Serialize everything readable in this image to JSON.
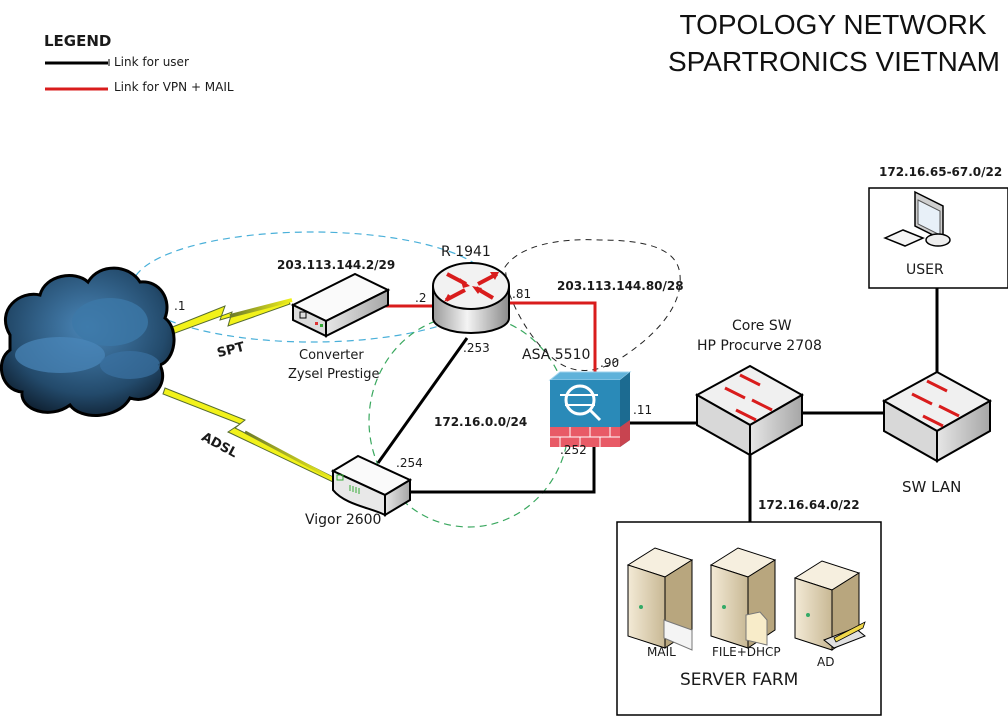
{
  "title": {
    "line1": "TOPOLOGY NETWORK",
    "line2": "SPARTRONICS VIETNAM"
  },
  "legend": {
    "heading": "LEGEND",
    "items": [
      {
        "label": "Link for user",
        "color": "#000000"
      },
      {
        "label": "Link for VPN + MAIL",
        "color": "#d91c1c"
      }
    ]
  },
  "colors": {
    "user_link": "#000000",
    "vpn_link": "#d91c1c",
    "wan_dash": "#4ab0d9",
    "lan_dash": "#3aa85f",
    "dmz_dash": "#222222",
    "cloud": "#2c5a7e",
    "asa": "#2a8ab8",
    "asa_brick": "#e85a66",
    "lightning": "#f2f21a"
  },
  "devices": {
    "internet": {
      "icon": "cloud-icon"
    },
    "converter": {
      "line1": "Converter",
      "line2": "Zysel Prestige",
      "icon": "modem-icon"
    },
    "router": {
      "label": "R 1941",
      "icon": "router-icon"
    },
    "asa": {
      "label": "ASA 5510",
      "icon": "firewall-icon"
    },
    "vigor": {
      "label": "Vigor 2600",
      "icon": "adsl-router-icon"
    },
    "core_sw": {
      "line1": "Core SW",
      "line2": "HP Procurve 2708",
      "icon": "switch-icon"
    },
    "sw_lan": {
      "label": "SW LAN",
      "icon": "switch-icon"
    },
    "user": {
      "label": "USER",
      "icon": "workstation-icon"
    },
    "server_farm": {
      "label": "SERVER FARM",
      "servers": [
        {
          "label": "MAIL",
          "icon": "mail-server-icon"
        },
        {
          "label": "FILE+DHCP",
          "icon": "file-server-icon"
        },
        {
          "label": "AD",
          "icon": "directory-server-icon"
        }
      ]
    }
  },
  "links": {
    "spt": "SPT",
    "adsl": "ADSL"
  },
  "networks": {
    "wan": "203.113.144.2/29",
    "dmz": "203.113.144.80/28",
    "transit": "172.16.0.0/24",
    "user": "172.16.65-67.0/22",
    "server": "172.16.64.0/22"
  },
  "interfaces": {
    "isp": ".1",
    "router_wan": ".2",
    "router_dmz": ".81",
    "router_lan": ".253",
    "asa_out": ".90",
    "asa_in": ".11",
    "asa_lan": ".252",
    "vigor_lan": ".254"
  }
}
